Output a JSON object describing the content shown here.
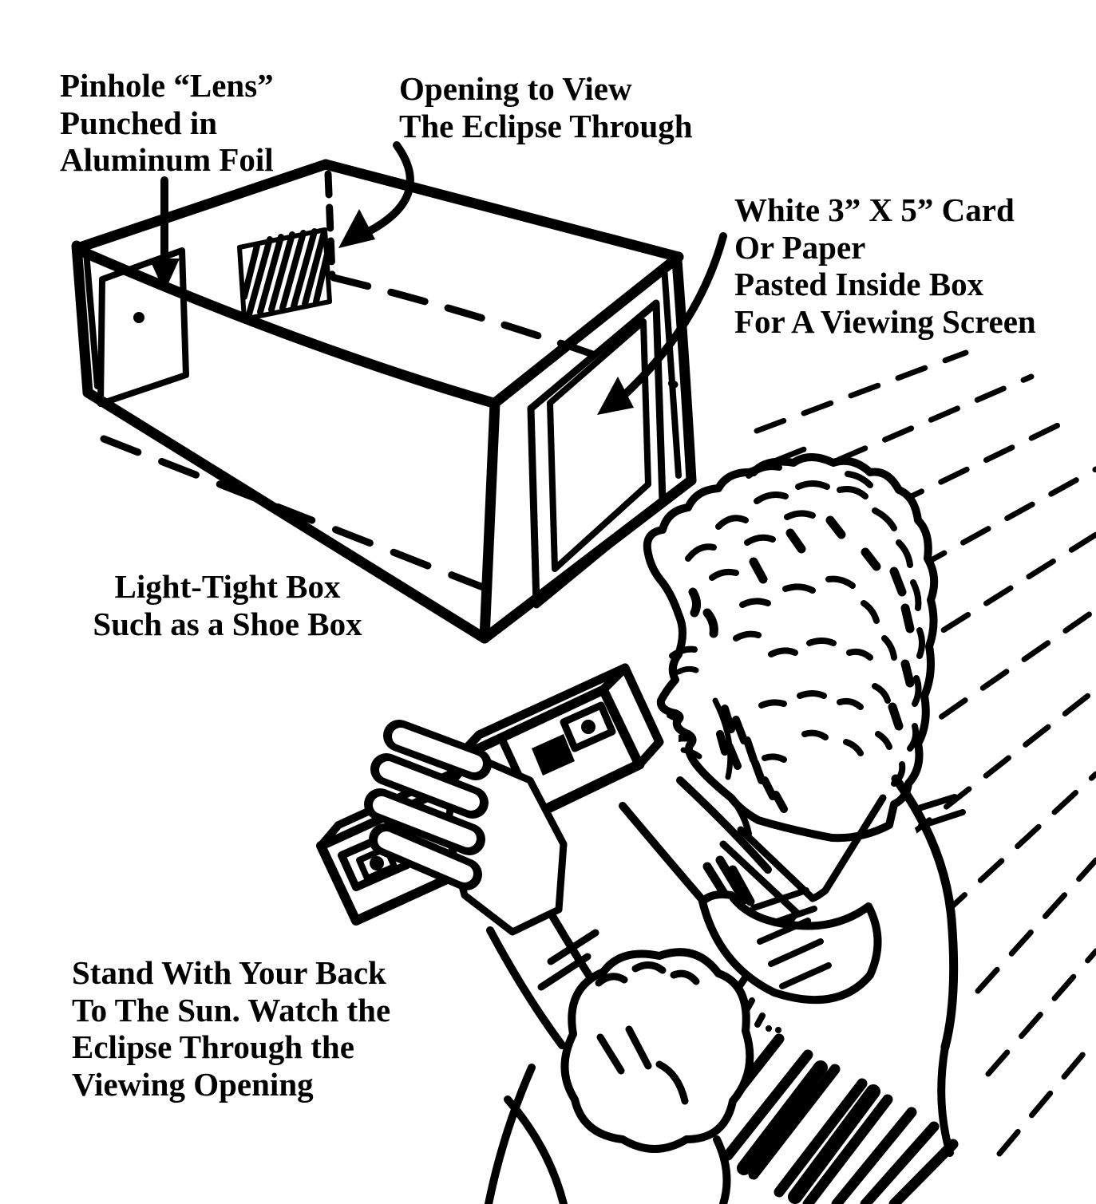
{
  "diagram": {
    "type": "instructional-line-drawing",
    "subject": "Pinhole eclipse viewer made from a shoe box",
    "colors": {
      "ink": "#000000",
      "paper": "#ffffff"
    },
    "labels": {
      "pinhole": "Pinhole “Lens”\nPunched in\nAluminum Foil",
      "opening": "Opening to View\nThe Eclipse Through",
      "card": "White 3” X 5” Card\nOr Paper\nPasted Inside Box\nFor A Viewing Screen",
      "box": "Light-Tight Box\nSuch as a Shoe Box",
      "instructions": "Stand With Your Back\nTo The Sun. Watch the\nEclipse Through the\nViewing Opening"
    },
    "icons": [
      "shoe-box-drawing",
      "foil-panel",
      "pinhole-dot",
      "viewing-opening-hatched",
      "viewing-screen-card",
      "pinhole-arrow",
      "opening-arrow",
      "card-arrow",
      "sun-rays",
      "observer-person",
      "handheld-viewer-box",
      "gripping-hand",
      "fist",
      "sleeve-cuff"
    ]
  }
}
